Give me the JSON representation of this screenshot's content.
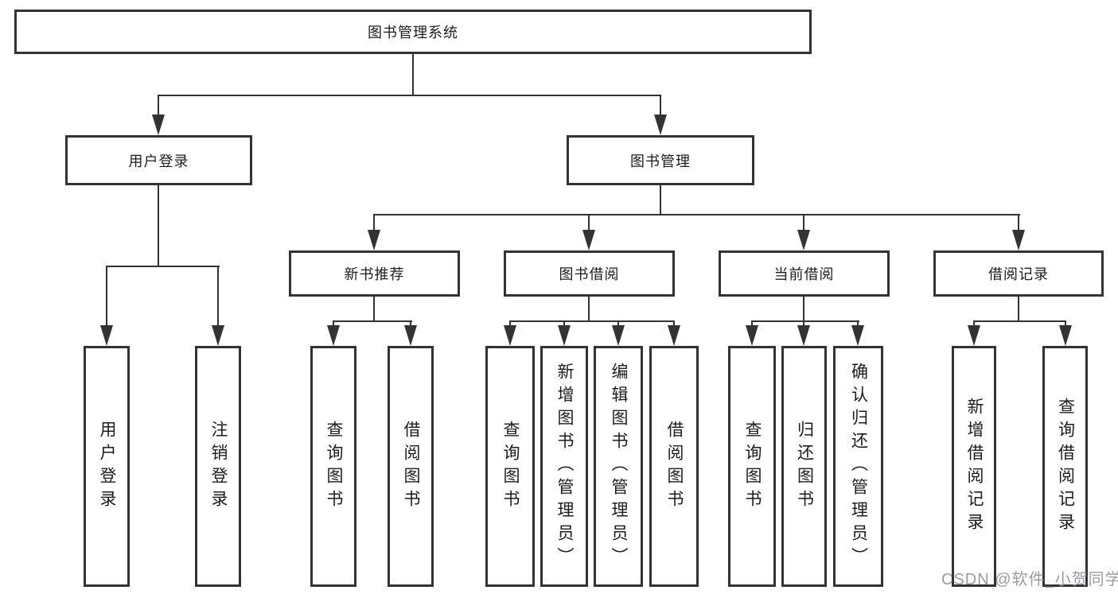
{
  "diagram_title": "图书管理系统",
  "tree": {
    "root": {
      "label": "图书管理系统"
    },
    "branches": [
      {
        "label": "用户登录",
        "children": [
          {
            "label": "用户登录"
          },
          {
            "label": "注销登录"
          }
        ]
      },
      {
        "label": "图书管理",
        "children": [
          {
            "label": "新书推荐",
            "children": [
              {
                "label": "查询图书"
              },
              {
                "label": "借阅图书"
              }
            ]
          },
          {
            "label": "图书借阅",
            "children": [
              {
                "label": "查询图书"
              },
              {
                "label": "新增图书（管理员）"
              },
              {
                "label": "编辑图书（管理员）"
              },
              {
                "label": "借阅图书"
              }
            ]
          },
          {
            "label": "当前借阅",
            "children": [
              {
                "label": "查询图书"
              },
              {
                "label": "归还图书"
              },
              {
                "label": "确认归还（管理员）"
              }
            ]
          },
          {
            "label": "借阅记录",
            "children": [
              {
                "label": "新增借阅记录"
              },
              {
                "label": "查询借阅记录"
              }
            ]
          }
        ]
      }
    ]
  },
  "watermark": "CSDN @软件_小贺同学",
  "colors": {
    "line": "#333333",
    "text": "#1c1c1c",
    "watermark": "#9b9ba3",
    "background": "#ffffff"
  }
}
